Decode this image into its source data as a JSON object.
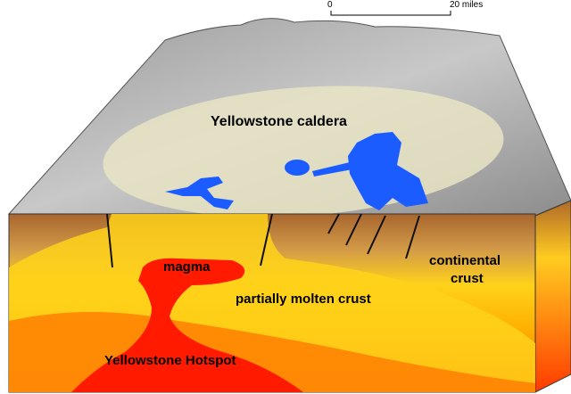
{
  "scale": {
    "start": "0",
    "end": "20 miles"
  },
  "labels": {
    "caldera": "Yellowstone caldera",
    "magma": "magma",
    "crust_partial": "partially molten crust",
    "continental_line1": "continental",
    "continental_line2": "crust",
    "hotspot": "Yellowstone Hotspot"
  },
  "colors": {
    "lake": "#1a5cff",
    "magma": "#ff1a00",
    "caldera": "#e8e4c4",
    "crust": "#c98a3a",
    "partial": "#ffd21a"
  }
}
